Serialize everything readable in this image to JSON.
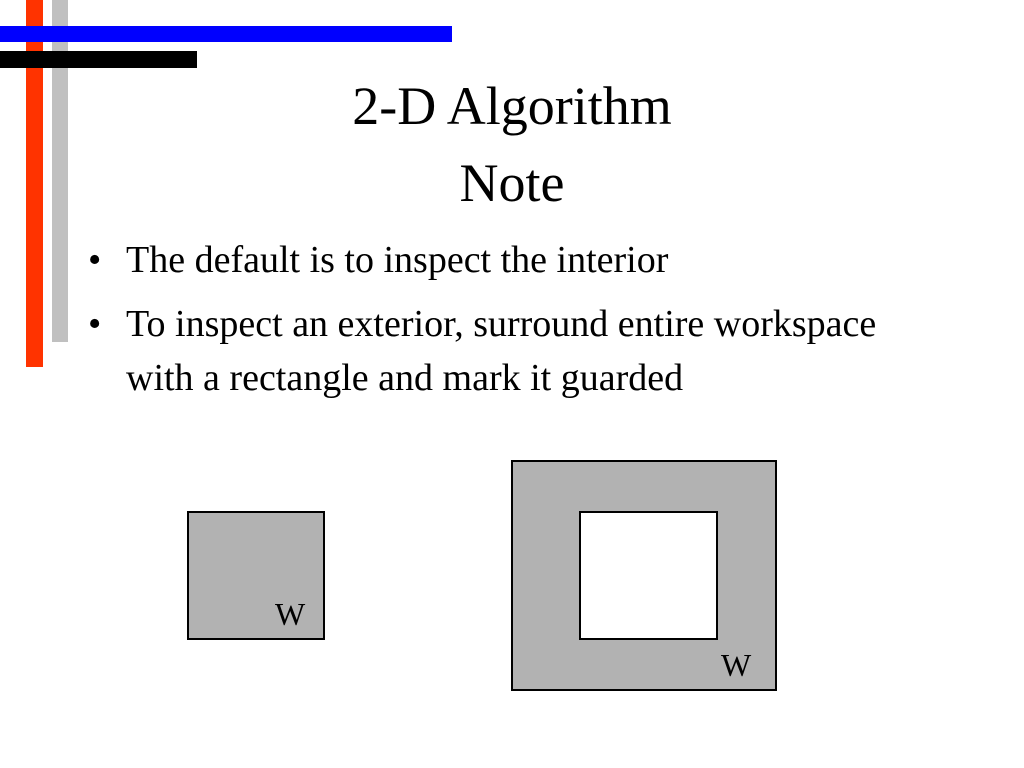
{
  "slide": {
    "title_lines": [
      "2-D Algorithm",
      "Note"
    ],
    "bullets": [
      "The default is to inspect the interior",
      "To inspect an exterior, surround entire workspace with a rectangle and mark it guarded"
    ],
    "bullet_glyph": "•",
    "figures": {
      "left_label": "W",
      "right_label": "W"
    }
  },
  "colors": {
    "red_bar": "#ff3300",
    "gray_bar": "#c0c0c0",
    "blue_bar": "#0000ff",
    "black_bar": "#000000",
    "region_fill": "#b2b2b2",
    "hole_fill": "#ffffff"
  }
}
